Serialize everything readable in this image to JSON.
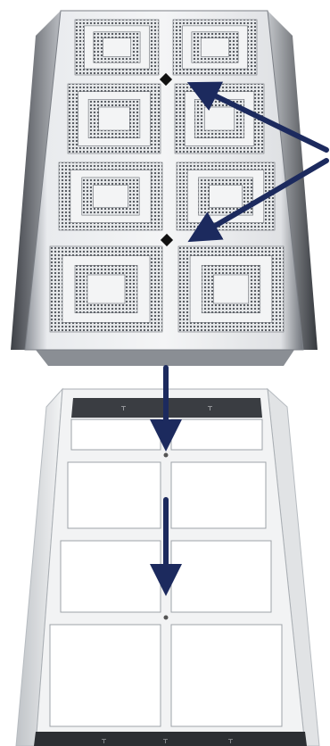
{
  "figure": {
    "components": [
      "perforated-cover-plate",
      "support-frame"
    ],
    "callouts": 2,
    "assembly_arrows": 2
  },
  "colors": {
    "arrow": "#1c2a5e",
    "plate_metal": "#c9ccd1",
    "perforation": "#5c6066",
    "frame": "#eceeef",
    "frame_shadow": "#9ea3a9"
  }
}
